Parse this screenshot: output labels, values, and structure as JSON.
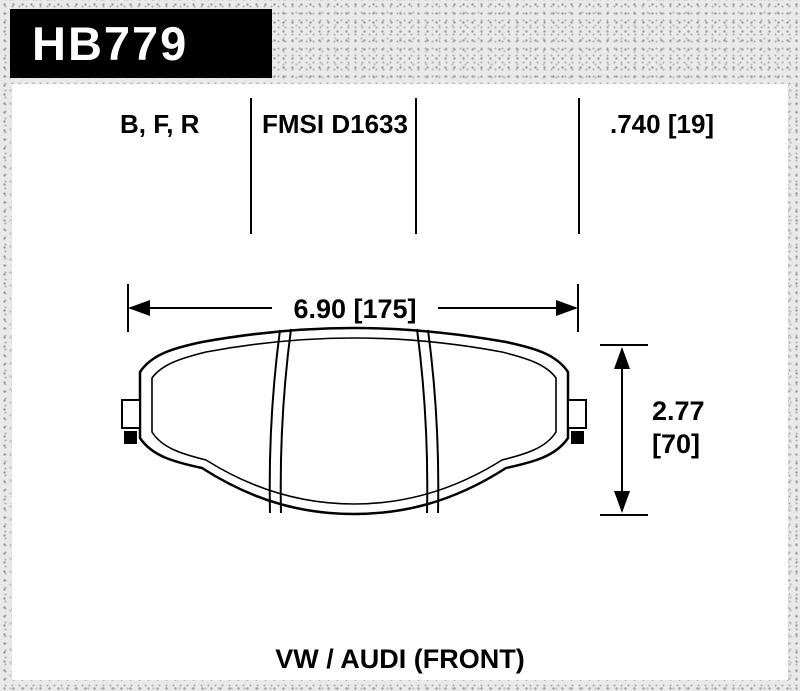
{
  "header": {
    "part_number": "HB779"
  },
  "specs": {
    "compounds": "B, F, R",
    "fmsi": "FMSI D1633",
    "pad_thickness": ".740 [19]"
  },
  "dimensions": {
    "width": "6.90 [175]",
    "height_in": "2.77",
    "height_mm": "[70]"
  },
  "application": "VW / AUDI (FRONT)",
  "colors": {
    "header_bg": "#000000",
    "header_fg": "#ffffff",
    "panel_bg": "#ffffff",
    "line": "#000000",
    "border_texture": "#e9e9e9"
  }
}
